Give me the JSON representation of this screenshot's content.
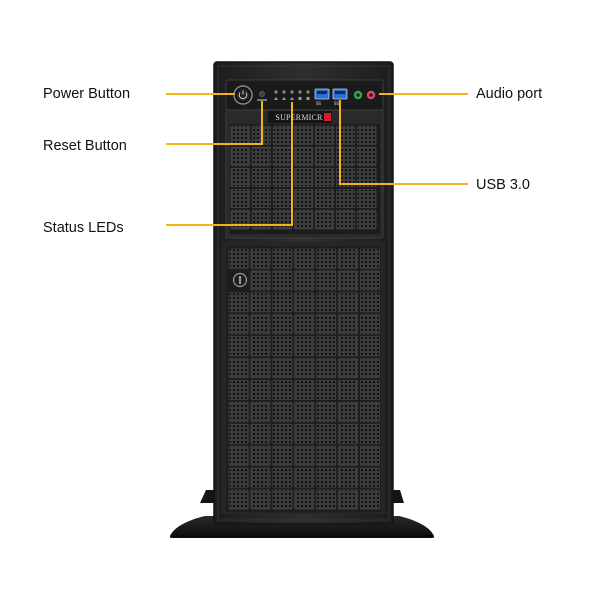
{
  "callouts": {
    "power_button": "Power Button",
    "reset_button": "Reset Button",
    "status_leds": "Status LEDs",
    "audio_port": "Audio port",
    "usb_3": "USB 3.0"
  },
  "chassis": {
    "brand": "SUPERMICR",
    "usb_port_tag_1": "SS",
    "usb_port_tag_2": "SS"
  },
  "colors": {
    "callout_line": "#f2b41c",
    "chassis_body": "#2b2b2b",
    "chassis_edge": "#1a1a1a",
    "vent_hole": "#0c0c0c",
    "usb_blue": "#2e6fd6",
    "audio_green": "#2fa84f",
    "audio_pink": "#d9476a",
    "brand_red": "#d01f2a"
  }
}
